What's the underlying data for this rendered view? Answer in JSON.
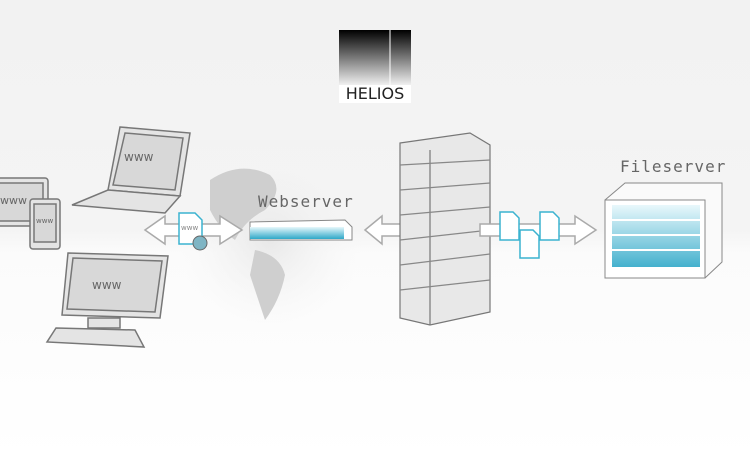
{
  "logo": {
    "text": "HELIOS"
  },
  "labels": {
    "webserver": "Webserver",
    "fileserver": "Fileserver"
  },
  "devices": {
    "laptop_screen": "www",
    "tablet_screen": "www",
    "phone_screen": "www",
    "monitor_screen": "www",
    "web_document": "www"
  },
  "colors": {
    "accent": "#3bb3d0",
    "outline": "#888888"
  }
}
